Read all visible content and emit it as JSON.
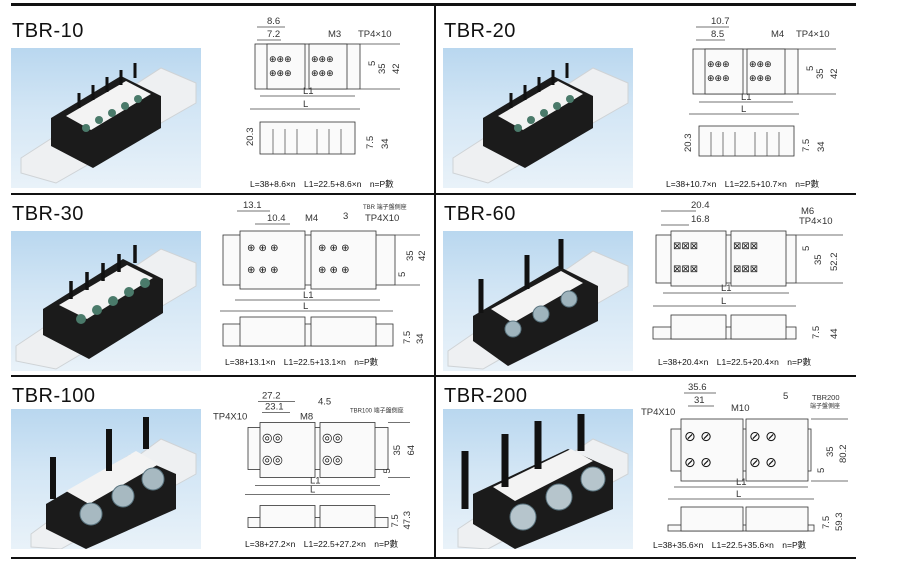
{
  "page": {
    "description": "TBR series terminal block catalog sheet"
  },
  "products": [
    {
      "model": "TBR-10",
      "photo_icon": "terminal-block-photo",
      "dims": {
        "pitch": "8.6",
        "inner_pitch": "7.2",
        "screw": "M3",
        "tapping_screw": "TP4×10",
        "hole_spacing": "5",
        "mount_height": "35",
        "total_height": "42",
        "side_height": "20.3",
        "base": "7.5",
        "depth": "34",
        "l1": "L1",
        "l": "L"
      },
      "formula": {
        "L": "L=38+8.6×n",
        "L1": "L1=22.5+8.6×n",
        "n": "n=P數"
      }
    },
    {
      "model": "TBR-20",
      "photo_icon": "terminal-block-photo",
      "dims": {
        "pitch": "10.7",
        "inner_pitch": "8.5",
        "screw": "M4",
        "tapping_screw": "TP4×10",
        "hole_spacing": "5",
        "mount_height": "35",
        "total_height": "42",
        "side_height": "20.3",
        "base": "7.5",
        "depth": "34",
        "l1": "L1",
        "l": "L"
      },
      "formula": {
        "L": "L=38+10.7×n",
        "L1": "L1=22.5+10.7×n",
        "n": "n=P數"
      }
    },
    {
      "model": "TBR-30",
      "photo_icon": "terminal-block-photo",
      "dims": {
        "pitch": "13.1",
        "inner_pitch": "10.4",
        "screw": "M4",
        "tapping_screw": "TP4X10",
        "side_gap": "3",
        "side_seat": "TBR 端子盤側座",
        "hole_spacing": "5",
        "mount_height": "35",
        "total_height": "42",
        "base": "7.5",
        "depth": "34",
        "l1": "L1",
        "l": "L"
      },
      "formula": {
        "L": "L=38+13.1×n",
        "L1": "L1=22.5+13.1×n",
        "n": "n=P數"
      }
    },
    {
      "model": "TBR-60",
      "photo_icon": "terminal-block-photo",
      "dims": {
        "pitch": "20.4",
        "inner_pitch": "16.8",
        "screw": "M6",
        "tapping_screw": "TP4×10",
        "hole_spacing": "5",
        "mount_height": "35",
        "total_height": "52.2",
        "base": "7.5",
        "depth": "44",
        "l1": "L1",
        "l": "L"
      },
      "formula": {
        "L": "L=38+20.4×n",
        "L1": "L1=22.5+20.4×n",
        "n": "n=P數"
      }
    },
    {
      "model": "TBR-100",
      "photo_icon": "terminal-block-photo",
      "dims": {
        "pitch": "27.2",
        "inner_pitch": "23.1",
        "screw": "M8",
        "tapping_screw": "TP4X10",
        "side_gap": "4.5",
        "side_seat": "TBR100 端子盤側座",
        "hole_spacing": "5",
        "mount_height": "35",
        "total_height": "64",
        "base": "7.5",
        "depth": "47.3",
        "l1": "L1",
        "l": "L"
      },
      "formula": {
        "L": "L=38+27.2×n",
        "L1": "L1=22.5+27.2×n",
        "n": "n=P數"
      }
    },
    {
      "model": "TBR-200",
      "photo_icon": "terminal-block-photo",
      "dims": {
        "pitch": "35.6",
        "inner_pitch": "31",
        "screw": "M10",
        "tapping_screw": "TP4X10",
        "side_gap": "5",
        "side_seat_line1": "TBR200",
        "side_seat_line2": "端子盤側座",
        "hole_spacing": "5",
        "mount_height": "35",
        "total_height": "80.2",
        "base": "7.5",
        "depth": "59.3",
        "l1": "L1",
        "l": "L"
      },
      "formula": {
        "L": "L=38+35.6×n",
        "L1": "L1=22.5+35.6×n",
        "n": "n=P數"
      }
    }
  ]
}
